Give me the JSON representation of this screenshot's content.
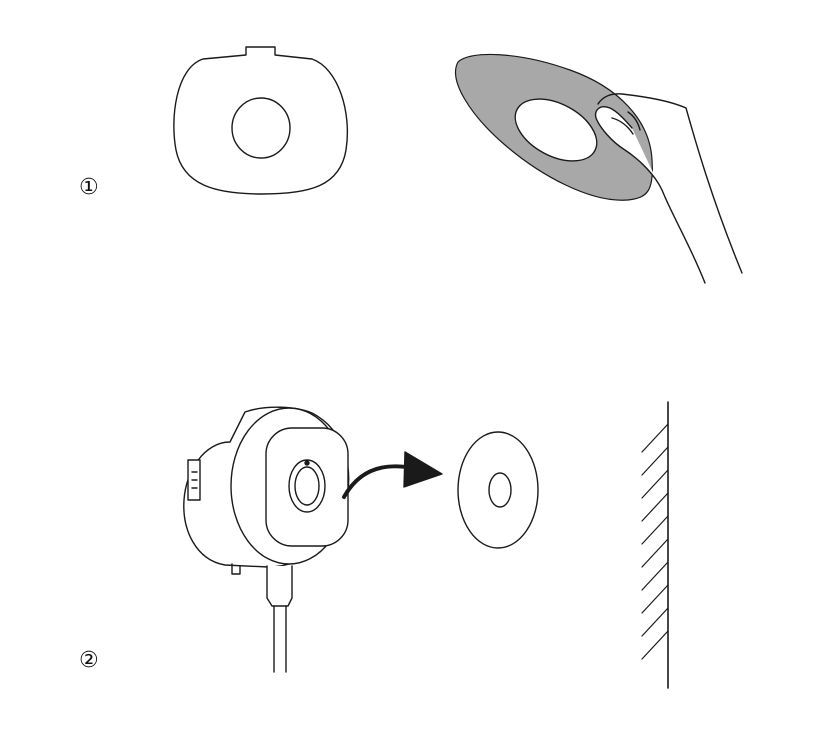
{
  "steps": [
    {
      "number": "①",
      "illustration": "peel-adhesive-backing"
    },
    {
      "number": "②",
      "illustration": "attach-camera-magnet-to-wall"
    }
  ],
  "colors": {
    "line": "#1a1a1a",
    "adhesive_fill": "#a8a8a8",
    "background": "#ffffff"
  }
}
